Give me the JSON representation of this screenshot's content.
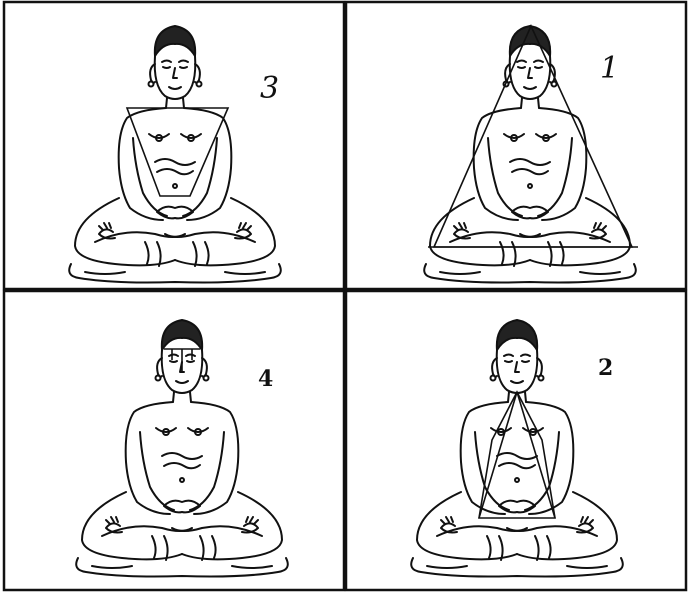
{
  "panels": [
    {
      "id": "top-left",
      "number": "3",
      "overlay": "inverted-trapezoid"
    },
    {
      "id": "top-right",
      "number": "1",
      "overlay": "triangle"
    },
    {
      "id": "bottom-left",
      "number": "4",
      "overlay": "face-grid"
    },
    {
      "id": "bottom-right",
      "number": "2",
      "overlay": "diamond"
    }
  ],
  "colors": {
    "ink": "#111111",
    "paper": "#ffffff"
  }
}
